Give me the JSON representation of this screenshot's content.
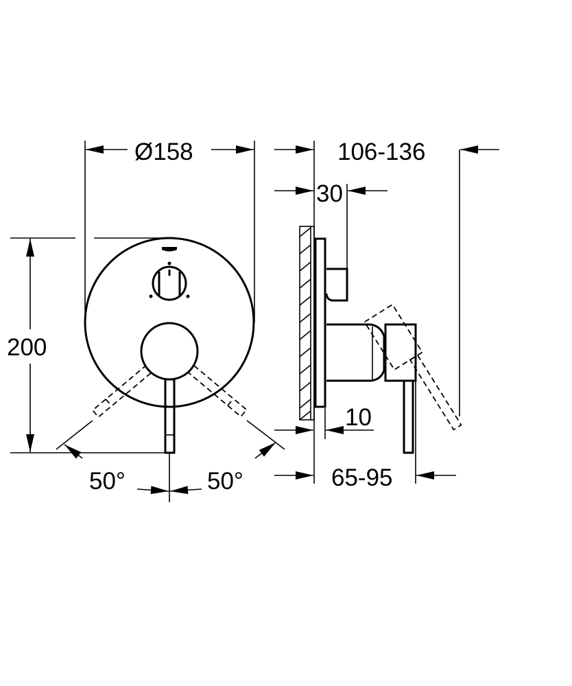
{
  "dimensions": {
    "diameter": "Ø158",
    "height": "200",
    "lever_angle_left": "50°",
    "lever_angle_right": "50°",
    "projection_total": "106-136",
    "stub_depth": "30",
    "plate_thickness": "10",
    "lever_projection": "65-95"
  },
  "colors": {
    "line": "#000000",
    "background": "#ffffff"
  }
}
